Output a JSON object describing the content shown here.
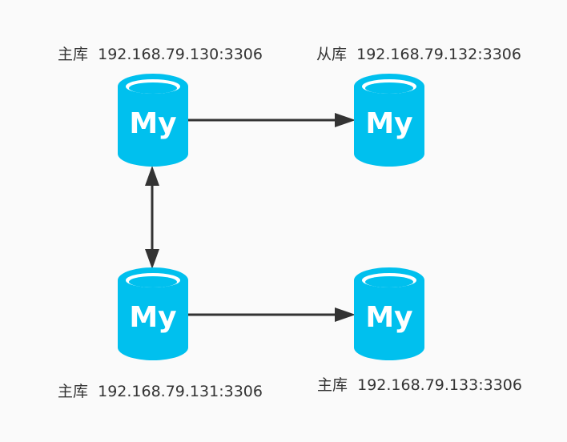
{
  "diagram": {
    "nodes": [
      {
        "id": "db1",
        "role": "主库",
        "address": "192.168.79.130:3306",
        "icon": "mysql-database-icon",
        "logo_text": "My"
      },
      {
        "id": "db2",
        "role": "从库",
        "address": "192.168.79.132:3306",
        "icon": "mysql-database-icon",
        "logo_text": "My"
      },
      {
        "id": "db3",
        "role": "主库",
        "address": "192.168.79.131:3306",
        "icon": "mysql-database-icon",
        "logo_text": "My"
      },
      {
        "id": "db4",
        "role": "主库",
        "address": "192.168.79.133:3306",
        "icon": "mysql-database-icon",
        "logo_text": "My"
      }
    ],
    "edges": [
      {
        "from": "db1",
        "to": "db2",
        "direction": "forward"
      },
      {
        "from": "db1",
        "to": "db3",
        "direction": "bidirectional"
      },
      {
        "from": "db3",
        "to": "db4",
        "direction": "forward"
      }
    ]
  },
  "colors": {
    "database": "#00c0ee",
    "database_logo": "#ffffff",
    "arrow": "#333333",
    "text": "#333333",
    "background": "#fafafa"
  }
}
